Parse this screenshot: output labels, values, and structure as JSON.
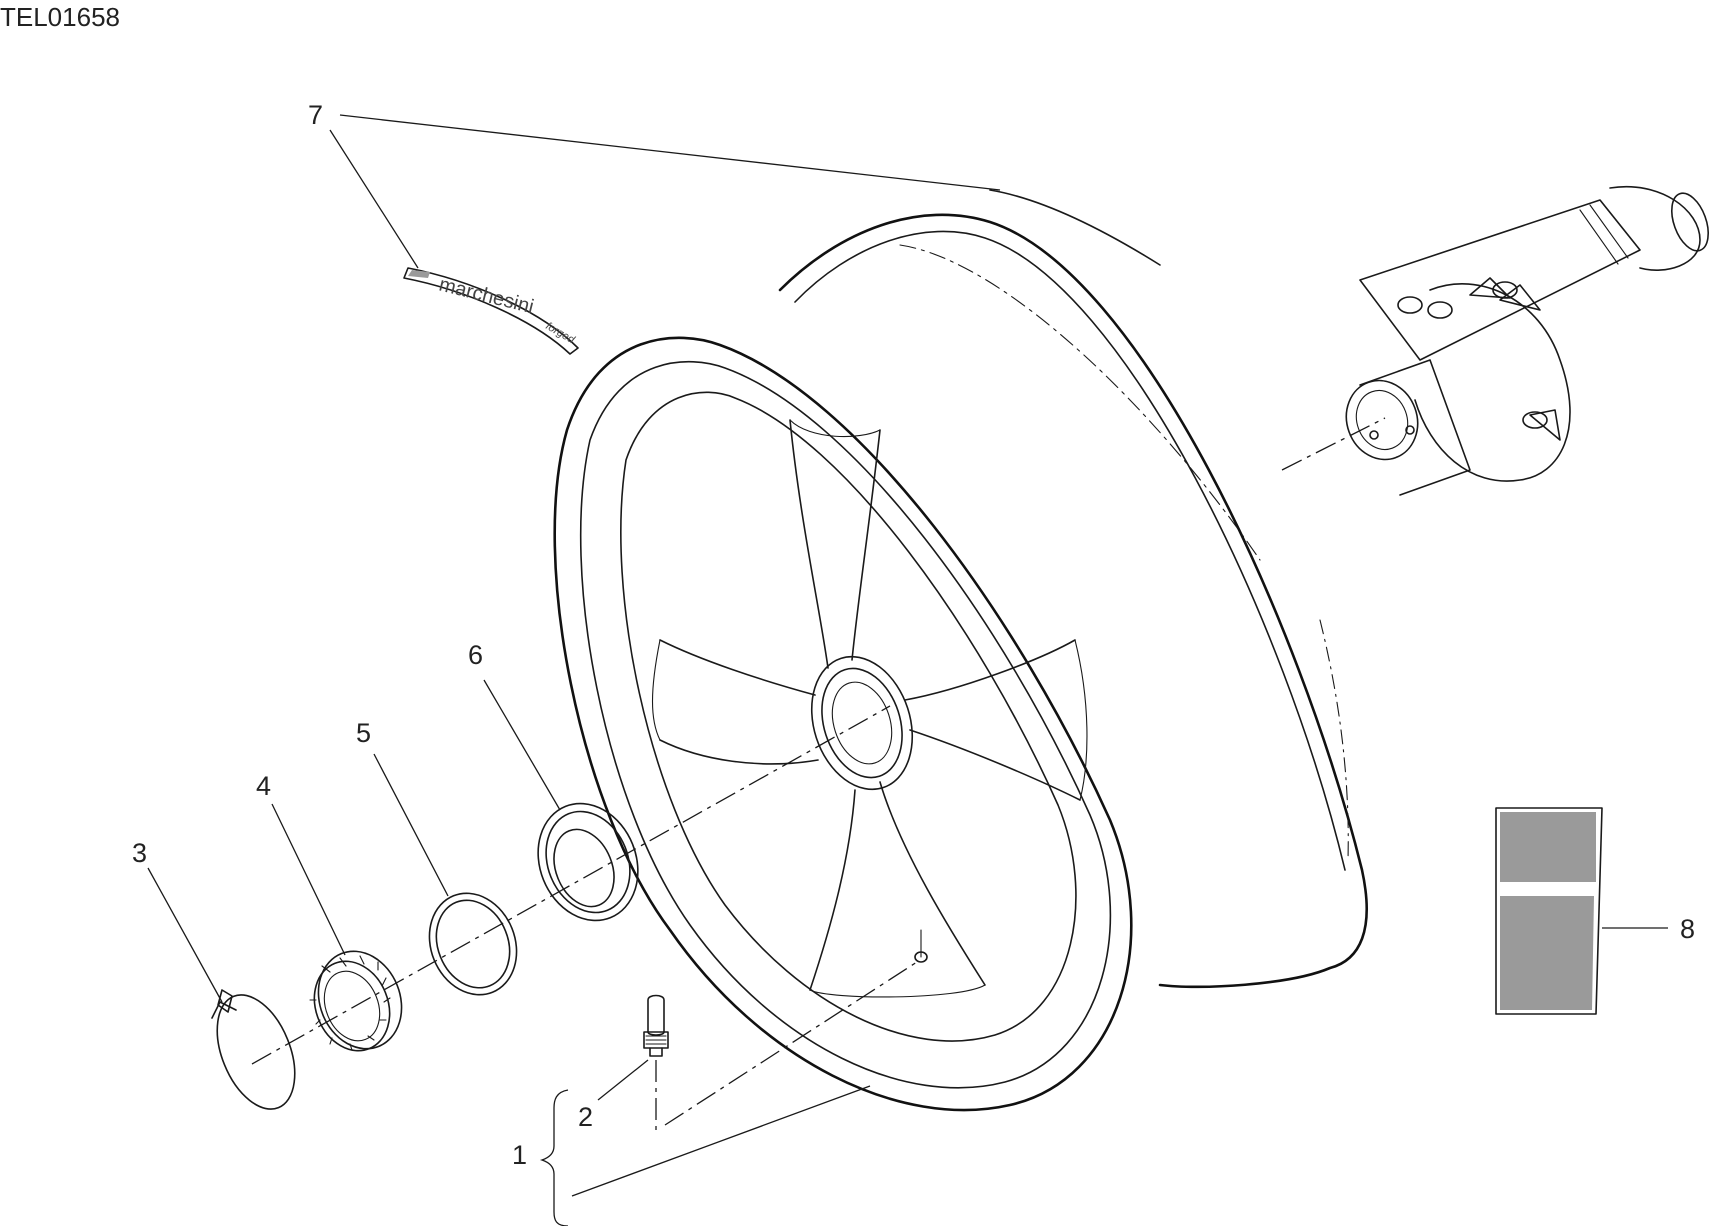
{
  "drawing": {
    "reference": "TEL01658"
  },
  "callouts": [
    {
      "id": "1",
      "label": "1",
      "part": "wheel-rim"
    },
    {
      "id": "2",
      "label": "2",
      "part": "tyre-valve"
    },
    {
      "id": "3",
      "label": "3",
      "part": "circlip"
    },
    {
      "id": "4",
      "label": "4",
      "part": "ring-nut"
    },
    {
      "id": "5",
      "label": "5",
      "part": "washer"
    },
    {
      "id": "6",
      "label": "6",
      "part": "seal"
    },
    {
      "id": "7",
      "label": "7",
      "part": "rim-decal"
    },
    {
      "id": "8",
      "label": "8",
      "part": "label-plate"
    }
  ],
  "decal": {
    "brand_text": "marchesini",
    "script_text": "forged"
  },
  "colors": {
    "line": "#1a1a1a",
    "label_grey": "#9a9a9a",
    "background": "#ffffff"
  }
}
